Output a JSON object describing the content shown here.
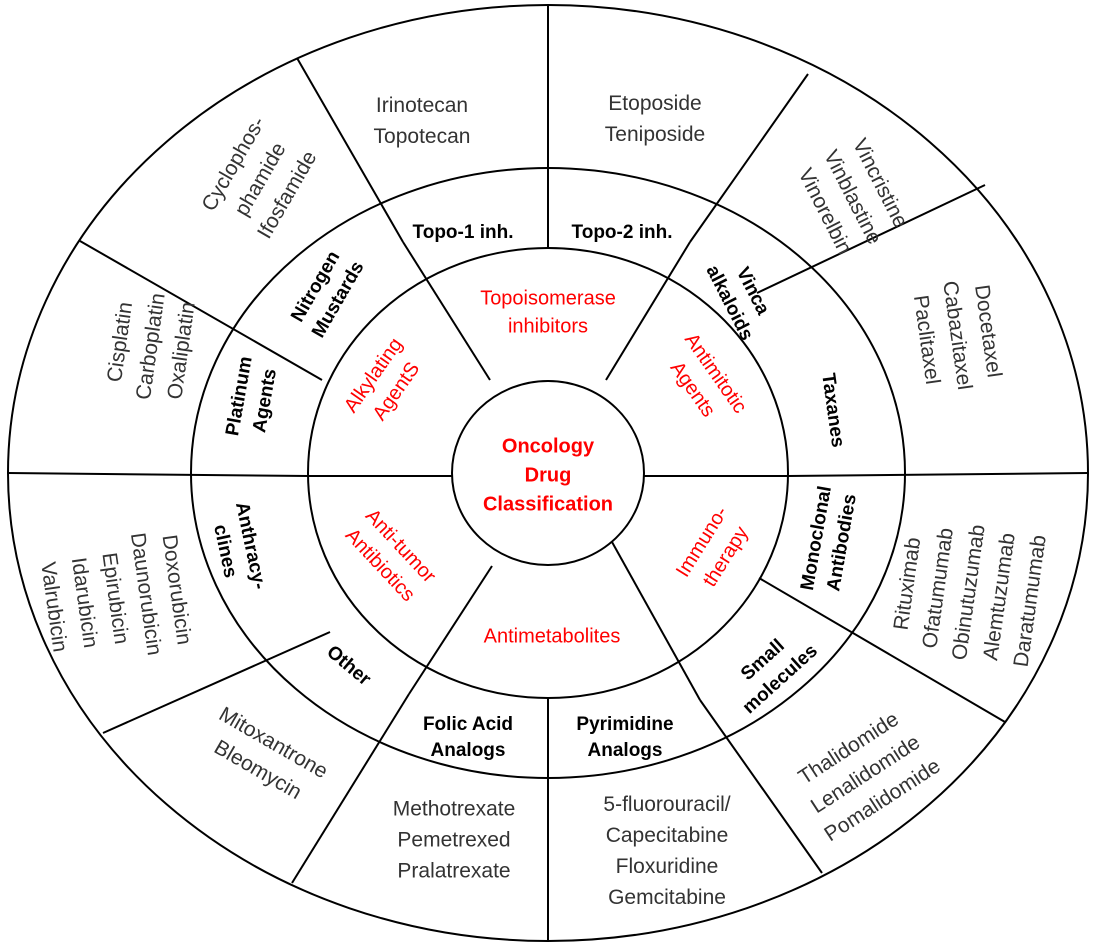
{
  "center": {
    "lines": [
      "Oncology",
      "Drug",
      "Classification"
    ]
  },
  "classes": [
    {
      "id": "topoisomerase",
      "lines": [
        "Topoisomerase",
        "inhibitors"
      ]
    },
    {
      "id": "antimitotic",
      "lines": [
        "Antimitotic",
        "Agents"
      ]
    },
    {
      "id": "immunotherapy",
      "lines": [
        "Immuno-",
        "therapy"
      ]
    },
    {
      "id": "antimetabolites",
      "lines": [
        "Antimetabolites"
      ]
    },
    {
      "id": "antitumor",
      "lines": [
        "Anti-tumor",
        "Antibiotics"
      ]
    },
    {
      "id": "alkylating",
      "lines": [
        "Alkylating",
        "AgentS"
      ]
    }
  ],
  "subclasses": [
    {
      "id": "topo1",
      "lines": [
        "Topo-1 inh."
      ]
    },
    {
      "id": "topo2",
      "lines": [
        "Topo-2 inh."
      ]
    },
    {
      "id": "vinca",
      "lines": [
        "Vinca",
        "alkaloids"
      ]
    },
    {
      "id": "taxanes",
      "lines": [
        "Taxanes"
      ]
    },
    {
      "id": "monoclonal",
      "lines": [
        "Monoclonal",
        "Antibodies"
      ]
    },
    {
      "id": "small-molecules",
      "lines": [
        "Small",
        "molecules"
      ]
    },
    {
      "id": "pyrimidine",
      "lines": [
        "Pyrimidine",
        "Analogs"
      ]
    },
    {
      "id": "folic",
      "lines": [
        "Folic Acid",
        "Analogs"
      ]
    },
    {
      "id": "other",
      "lines": [
        "Other"
      ]
    },
    {
      "id": "anthracyclines",
      "lines": [
        "Anthracy-",
        "clines"
      ]
    },
    {
      "id": "platinum",
      "lines": [
        "Platinum",
        "Agents"
      ]
    },
    {
      "id": "nitrogen",
      "lines": [
        "Nitrogen",
        "Mustards"
      ]
    }
  ],
  "drugs": [
    {
      "id": "topo1",
      "lines": [
        "Irinotecan",
        "Topotecan"
      ]
    },
    {
      "id": "topo2",
      "lines": [
        "Etoposide",
        "Teniposide"
      ]
    },
    {
      "id": "vinca",
      "lines": [
        "Vincristine",
        "Vinblastine",
        "Vinorelbin"
      ]
    },
    {
      "id": "taxanes",
      "lines": [
        "Docetaxel",
        "Cabazitaxel",
        "Paclitaxel"
      ]
    },
    {
      "id": "monoclonal",
      "lines": [
        "Rituximab",
        "Ofatumumab",
        "Obinutuzumab",
        "Alemtuzumab",
        "Daratumumab"
      ]
    },
    {
      "id": "small-molecules",
      "lines": [
        "Thalidomide",
        "Lenalidomide",
        "Pomalidomide"
      ]
    },
    {
      "id": "pyrimidine",
      "lines": [
        "5-fluorouracil/",
        "Capecitabine",
        "Floxuridine",
        "Gemcitabine"
      ]
    },
    {
      "id": "folic",
      "lines": [
        "Methotrexate",
        "Pemetrexed",
        "Pralatrexate"
      ]
    },
    {
      "id": "other",
      "lines": [
        "Mitoxantrone",
        "Bleomycin"
      ]
    },
    {
      "id": "anthracyclines",
      "lines": [
        "Doxorubicin",
        "Daunorubicin",
        "Epirubicin",
        "Idarubicin",
        "Valrubicin"
      ]
    },
    {
      "id": "platinum",
      "lines": [
        "Cisplatin",
        "Carboplatin",
        "Oxaliplatin"
      ]
    },
    {
      "id": "nitrogen",
      "lines": [
        "Cyclophos-",
        "phamide",
        "Ifosfamide"
      ]
    }
  ],
  "colors": {
    "class_text": "#ff0000",
    "center_text": "#ff0000",
    "sub_text": "#000000",
    "drug_text": "#333333",
    "lines": "#000000"
  }
}
